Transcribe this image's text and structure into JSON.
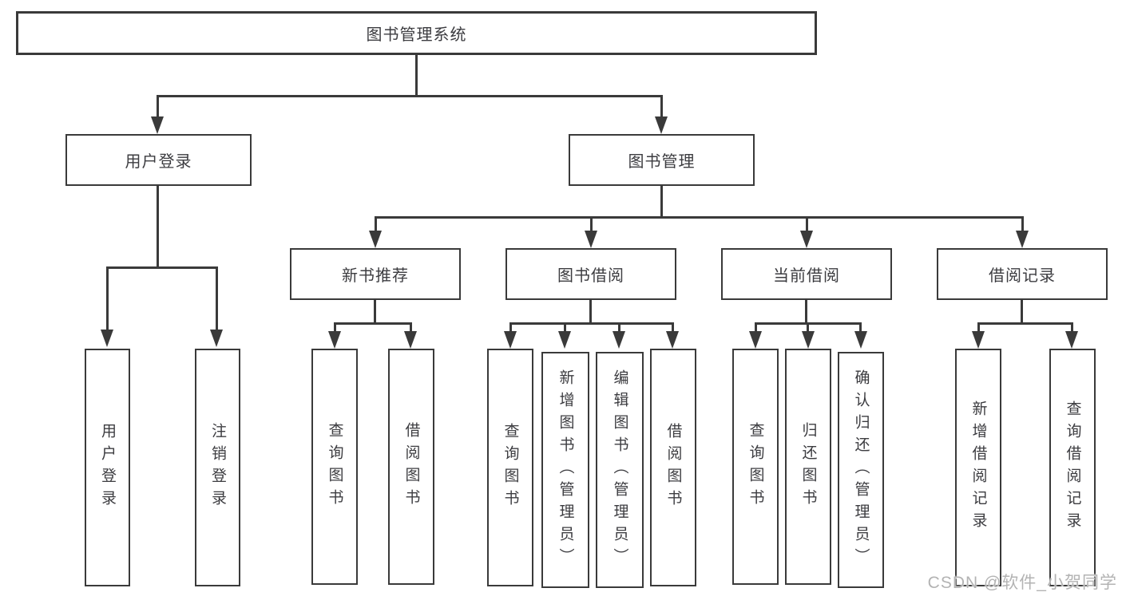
{
  "nodes": {
    "root": "图书管理系统",
    "level1": [
      "用户登录",
      "图书管理"
    ],
    "level2": [
      "新书推荐",
      "图书借阅",
      "当前借阅",
      "借阅记录"
    ],
    "leaves_user_login": [
      "用户登录",
      "注销登录"
    ],
    "leaves_new_book": [
      "查询图书",
      "借阅图书"
    ],
    "leaves_book_borrow": [
      "查询图书",
      "新增图书（管理员）",
      "编辑图书（管理员）",
      "借阅图书"
    ],
    "leaves_current_borrow": [
      "查询图书",
      "归还图书",
      "确认归还（管理员）"
    ],
    "leaves_borrow_record": [
      "新增借阅记录",
      "查询借阅记录"
    ]
  },
  "watermark": "CSDN @软件_小贺同学",
  "colors": {
    "line": "#3a3a3a",
    "text": "#3c3c40",
    "watermark": "#b3b3b3"
  }
}
